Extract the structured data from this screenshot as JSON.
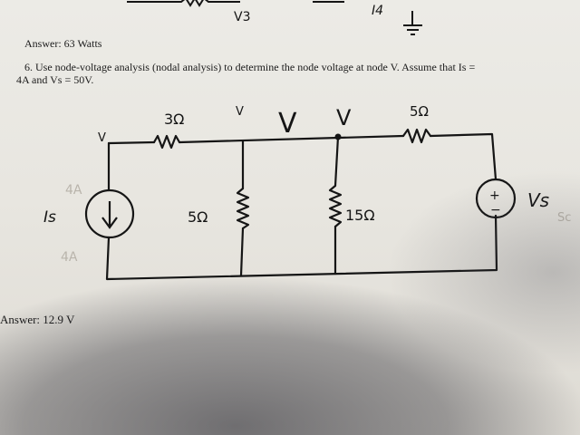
{
  "document": {
    "top_answer": "Answer: 63 Watts",
    "question_line1": "6. Use node-voltage analysis (nodal analysis) to determine the node voltage at node V.  Assume that Is =",
    "question_line2": "4A and Vs = 50V.",
    "bottom_answer": "Answer: 12.9 V"
  },
  "top_fragment": {
    "label_v3": "V3",
    "label_i4": "I4"
  },
  "circuit": {
    "label_r3": "3Ω",
    "label_r5_series": "5Ω",
    "label_r5_shunt": "5Ω",
    "label_r15": "15Ω",
    "label_v1": "V",
    "label_v2": "V",
    "label_node_v": "V",
    "label_node_v_written": "V",
    "label_is": "Is",
    "label_is_value": "4A",
    "label_is_faint": "4A",
    "label_vs": "Vs",
    "label_edge": "Sc",
    "vs_plus": "+",
    "vs_minus": "−"
  }
}
